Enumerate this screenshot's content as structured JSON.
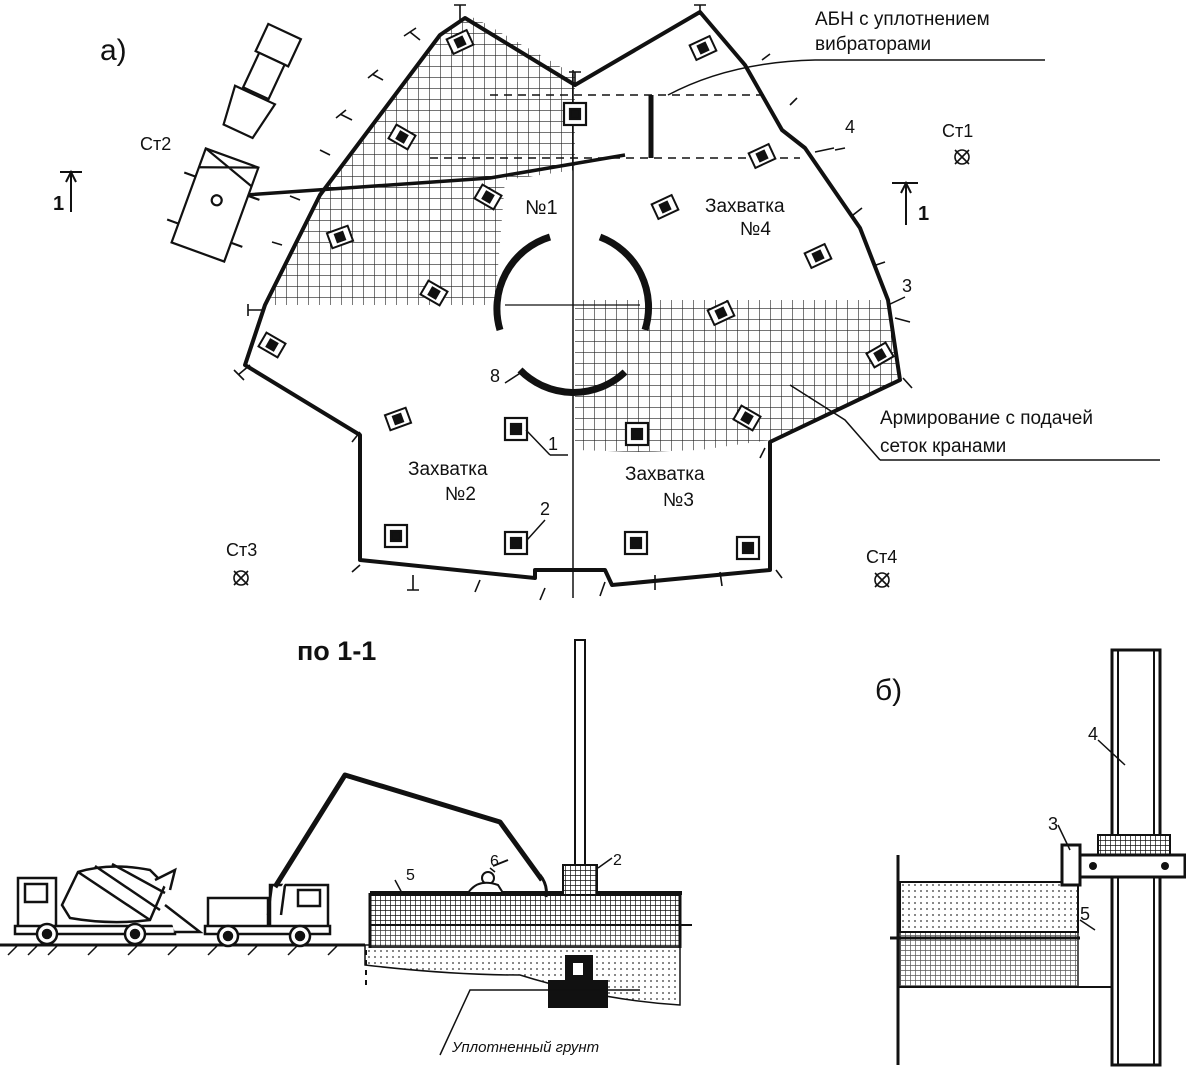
{
  "plan_label": "а)",
  "detail_label": "б)",
  "section_title": "по 1-1",
  "callouts": {
    "abn": [
      "АБН с уплотнением",
      "вибраторами"
    ],
    "armirovanie": [
      "Армирование с подачей",
      "сеток кранами"
    ],
    "grunt": "Уплотненный грунт"
  },
  "zones": {
    "z1": [
      "№1"
    ],
    "z2": [
      "Захватка",
      "№2"
    ],
    "z3": [
      "Захватка",
      "№3"
    ],
    "z4": [
      "Захватка",
      "№4"
    ]
  },
  "stations": {
    "st1": "Ст1",
    "st2": "Ст2",
    "st3": "Ст3",
    "st4": "Ст4"
  },
  "section_marks": {
    "left": "1",
    "right": "1"
  },
  "numbers": {
    "n1": "1",
    "n2": "2",
    "n3": "3",
    "n4": "4",
    "n8": "8",
    "s2": "2",
    "s5": "5",
    "s6": "6",
    "d3": "3",
    "d4": "4",
    "d5": "5"
  },
  "colors": {
    "ink": "#111111",
    "paper": "#ffffff",
    "hatch": "#222222"
  }
}
